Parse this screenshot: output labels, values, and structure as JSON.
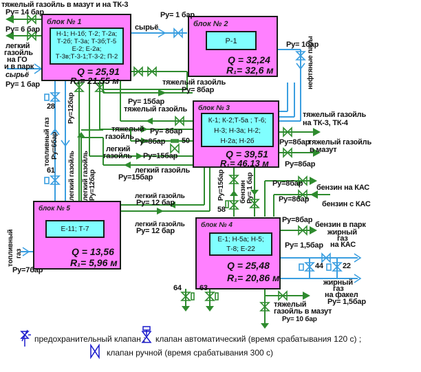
{
  "colors": {
    "block_fill": "#ff80ff",
    "equipment_fill": "#80ffff",
    "green_line": "#2e8b2e",
    "blue_line": "#3a9ee0",
    "legend_blue": "#1a1acc"
  },
  "blocks": [
    {
      "id": "block1",
      "title": "блок № 1",
      "equipment": [
        "Н-1; Н-1б; Т-2; Т-2а;",
        "Т-2б; Т-3а; Т-3б;Т-5",
        "Е-2; Е-2а;",
        "Т-3в;Т-3-1;Т-3-2; П-2"
      ],
      "q": "Q = 25,91",
      "r": "R₁= 21,55 м"
    },
    {
      "id": "block2",
      "title": "блок № 2",
      "equipment": [
        "Р-1"
      ],
      "q": "Q = 32,24",
      "r": "R₁= 32,6 м"
    },
    {
      "id": "block3",
      "title": "блок № 3",
      "equipment": [
        "К-1; К-2;Т-5а ; Т-6;",
        "Н-3; Н-3а; Н-2;",
        "Н-2а; Н-2б"
      ],
      "q": "Q = 39,51",
      "r": "R₁= 46,13 м"
    },
    {
      "id": "block4",
      "title": "блок № 4",
      "equipment": [
        "Е-1; Н-5а; Н-5;",
        "Т-8; Е-22"
      ],
      "q": "Q = 25,48",
      "r": "R₁= 20,86 м"
    },
    {
      "id": "block5",
      "title": "блок № 5",
      "equipment": [
        "Е-11; Т-7"
      ],
      "q": "Q = 13,56",
      "r": "R₁= 5,96 м"
    }
  ],
  "labels": {
    "top_heavy_gasoil": "тяжелый газойль в мазут и на ТК-3",
    "p14": "Pу= 14 бар",
    "p6": "Pу= 6 бар",
    "light_gasoil_go_1": "легкий",
    "light_gasoil_go_2": "газойль",
    "light_gasoil_go_3": "на ГО",
    "light_gasoil_go_4": "и в парк",
    "raw_left": "сырьё",
    "p1_left": "Pу= 1 бар",
    "raw_top": "сырьё",
    "p1_top": "Pу= 1 бар",
    "p1_right": "Pу= 1бар",
    "oil_vapors": "нефтяные пары",
    "heavy_gasoil_8": "тяжелый газойль",
    "p8_a": "Pу= 8бар",
    "p15_heavy": "Pу= 15бар",
    "heavy_gasoil_15": "тяжелый газойль",
    "heavy_1": "тяжелый",
    "gasoil_1": "газойль",
    "p8_b": "Pу= 8бар",
    "p8_c": "Pу=8бар",
    "valve_50": "50",
    "light_1": "легкий",
    "gasoil_2": "газойль",
    "p15_b": "Pу=15бар",
    "light_gasoil_15": "легкий газойль",
    "p15_c": "Pу=15бар",
    "tk34_1": "тяжелый газойль",
    "tk34_2": "на ТК-3, ТК-4",
    "p8_r1": "Pу=8бар",
    "heavy_mazut_1": "тяжелый газойль",
    "heavy_mazut_2": "в мазут",
    "p8_r2": "Pу=8бар",
    "fuel_gas_v": "топливный газ",
    "p6_v": "Pу=6бар",
    "valve_28": "28",
    "valve_61": "61",
    "p12_v": "Pу=12бар",
    "light_gasoil_v1": "легкий газойль",
    "light_gasoil_v2": "легкий газойль",
    "p12_v2": "Pу=12бар",
    "light_gasoil_12a": "легкий газойль",
    "p12_a": "Pу= 12 бар",
    "light_gasoil_12b": "легкий газойль",
    "p12_b": "Pу= 12 бар",
    "p15_v": "Pу=15бар",
    "valve_58": "58",
    "benzin_v": "бензин",
    "p1_v": "Pу= 1 бар",
    "p8_kas1": "Pу=8бар",
    "benzin_kas_to": "бензин на КАС",
    "p8_kas2": "Pу=8бар",
    "benzin_kas_from": "бензин с КАС",
    "p8_kas3": "Pу=8бар",
    "benzin_park": "бензин в парк",
    "fat_gas_kas_1": "жирный",
    "fat_gas_kas_2": "газ",
    "fat_gas_kas_3": "на КАС",
    "p15_gas": "Pу= 1,5бар",
    "valve_44": "44",
    "valve_22": "22",
    "fat_gas_flare_1": "жирный",
    "fat_gas_flare_2": "газ",
    "fat_gas_flare_3": "на факел",
    "p15_flare": "Pу= 1,5бар",
    "fuel_gas_b5_1": "топливный",
    "fuel_gas_b5_2": "газ",
    "p7": "Pу=7бар",
    "valve_64": "64",
    "valve_63": "63",
    "heavy_mazut_b4_1": "тяжелый",
    "heavy_mazut_b4_2": "газойль в мазут",
    "p10": "Pу= 10 бар"
  },
  "legend": {
    "safety_valve": "предохранительный клапан ;",
    "auto_valve": "клапан автоматический (время срабатывания 120 с) ;",
    "manual_valve": "клапан ручной (время срабатывания 300 с)"
  }
}
